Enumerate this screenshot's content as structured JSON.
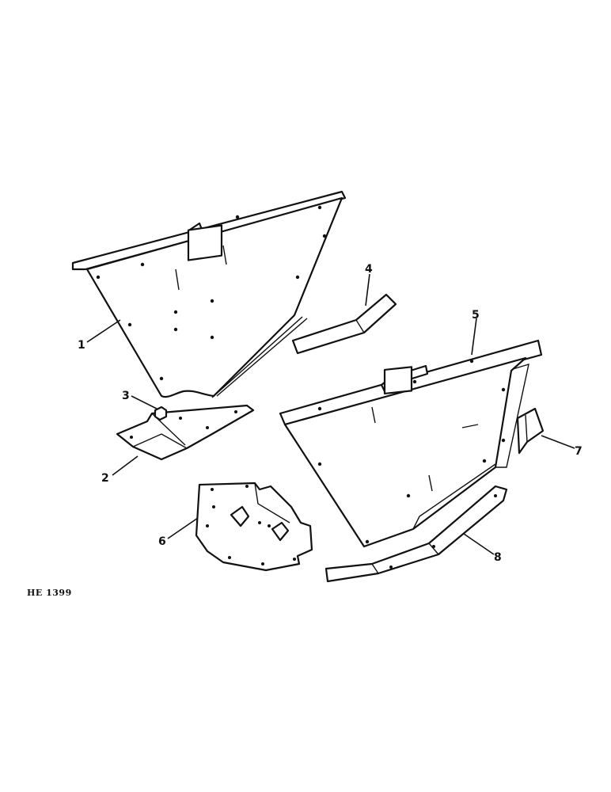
{
  "diagram": {
    "callouts": [
      "1",
      "2",
      "3",
      "4",
      "5",
      "6",
      "7",
      "8"
    ],
    "reference": "HE 1399"
  }
}
